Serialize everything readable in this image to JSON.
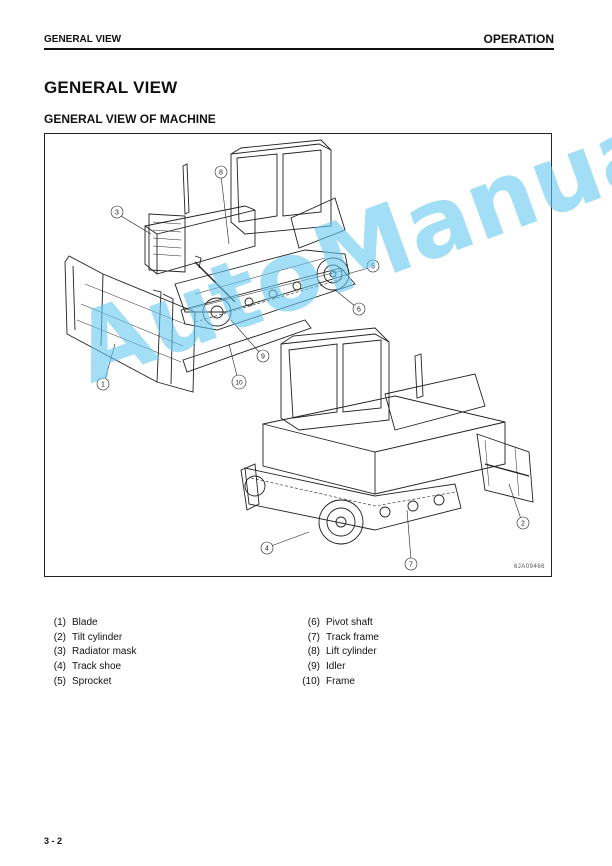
{
  "header": {
    "section": "GENERAL VIEW",
    "chapter": "OPERATION"
  },
  "title": "GENERAL VIEW",
  "subtitle": "GENERAL VIEW OF MACHINE",
  "figure": {
    "id": "6JA09466",
    "callouts": {
      "c1": "1",
      "c2": "2",
      "c3": "3",
      "c4": "4",
      "c5": "5",
      "c6": "6",
      "c7": "7",
      "c8": "8",
      "c9": "9",
      "c10": "10"
    }
  },
  "watermark": "AutoManual",
  "legend_left": [
    {
      "num": "(1)",
      "label": "Blade"
    },
    {
      "num": "(2)",
      "label": "Tilt cylinder"
    },
    {
      "num": "(3)",
      "label": "Radiator mask"
    },
    {
      "num": "(4)",
      "label": "Track shoe"
    },
    {
      "num": "(5)",
      "label": "Sprocket"
    }
  ],
  "legend_right": [
    {
      "num": "(6)",
      "label": "Pivot shaft"
    },
    {
      "num": "(7)",
      "label": "Track frame"
    },
    {
      "num": "(8)",
      "label": "Lift cylinder"
    },
    {
      "num": "(9)",
      "label": "Idler"
    },
    {
      "num": "(10)",
      "label": "Frame"
    }
  ],
  "page_number": "3 - 2"
}
